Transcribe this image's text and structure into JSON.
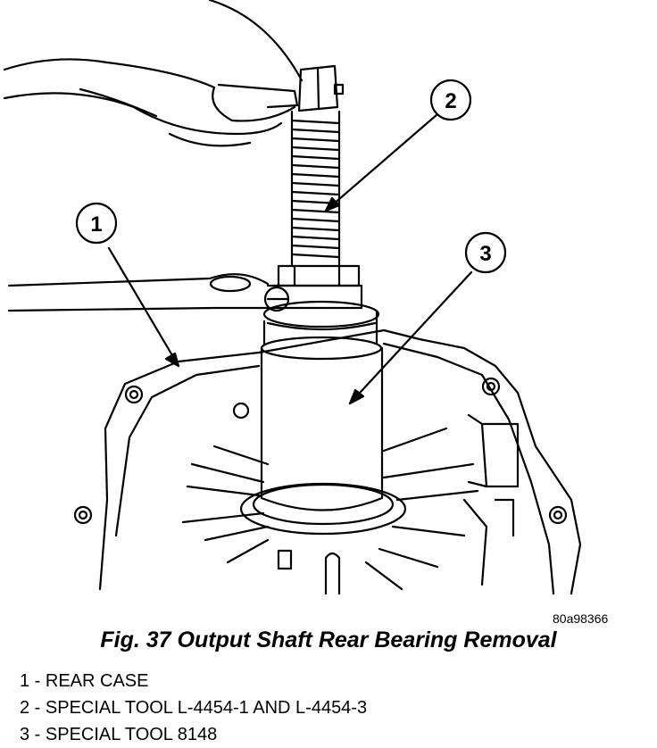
{
  "figure": {
    "callouts": [
      {
        "id": "1"
      },
      {
        "id": "2"
      },
      {
        "id": "3"
      }
    ],
    "reference_code": "80a98366"
  },
  "caption": "Fig. 37 Output Shaft Rear Bearing Removal",
  "legend": [
    "1 - REAR CASE",
    "2 - SPECIAL TOOL L-4454-1 AND L-4454-3",
    "3 - SPECIAL TOOL 8148"
  ]
}
